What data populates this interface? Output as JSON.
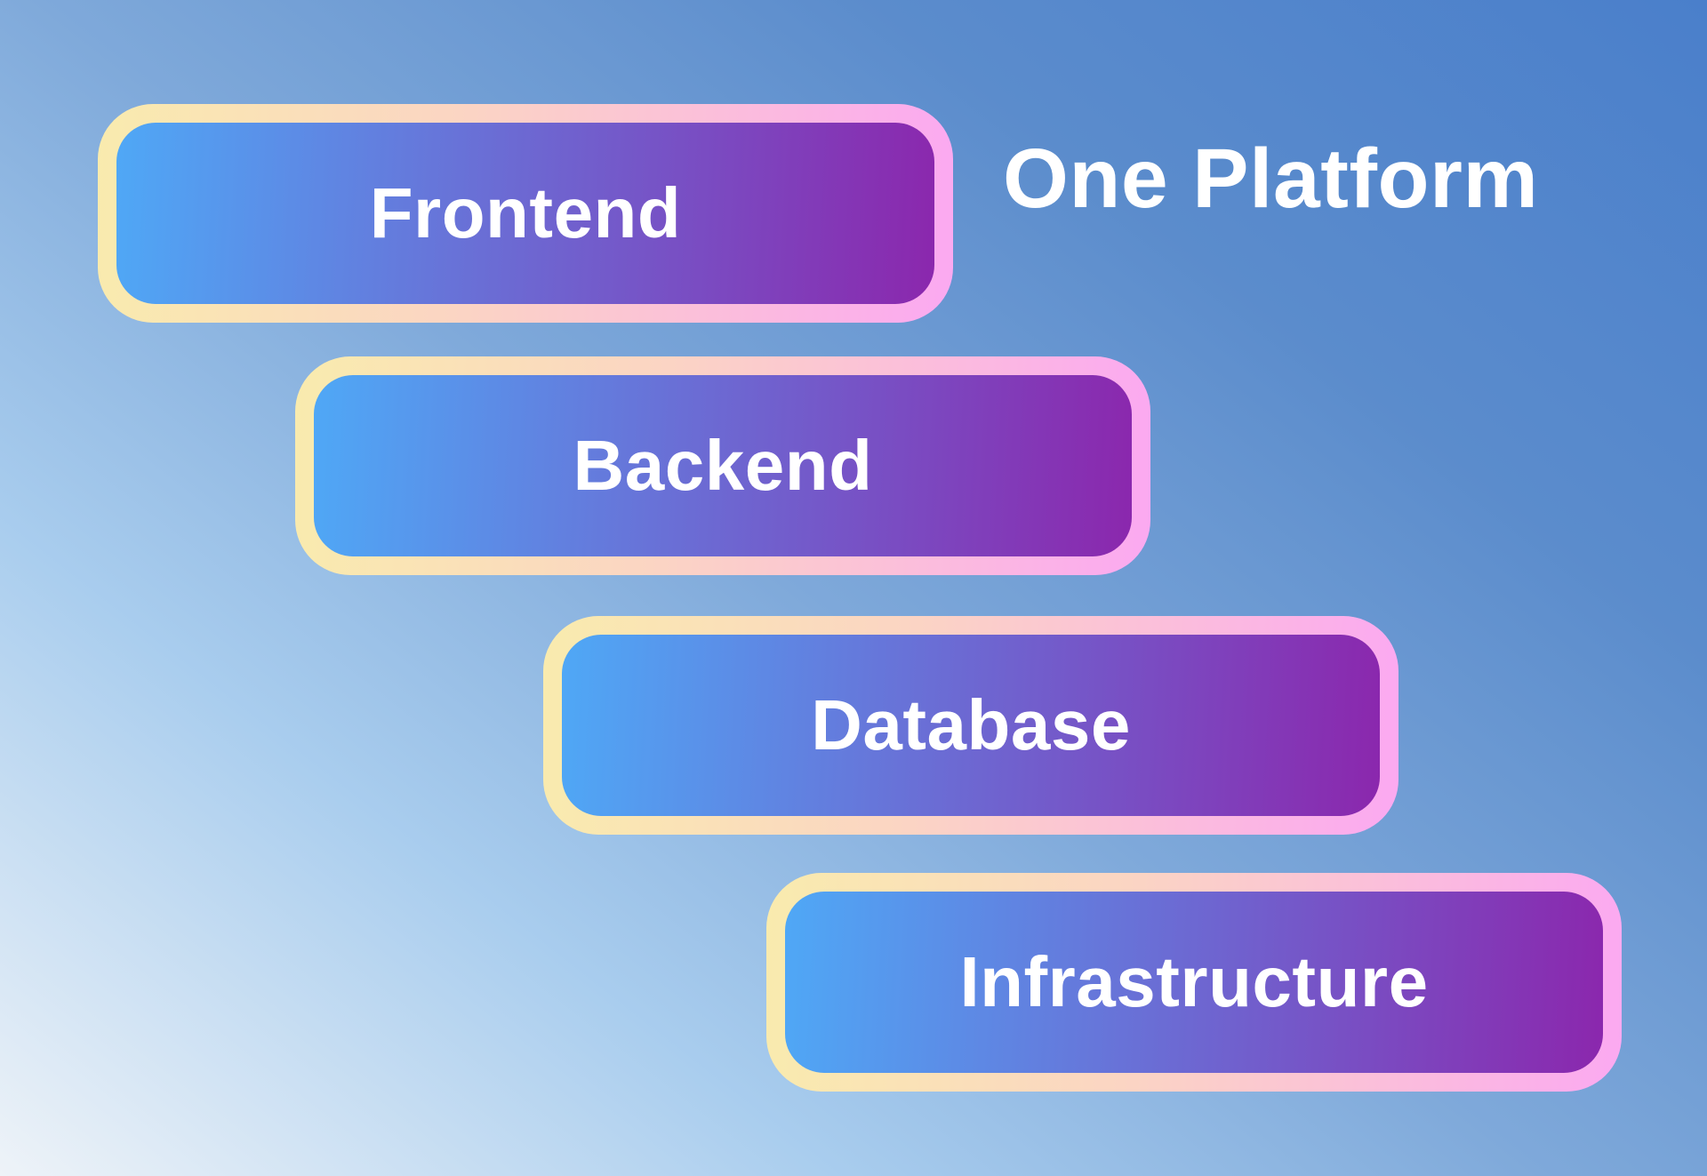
{
  "title": {
    "label": "One Platform"
  },
  "pills": [
    {
      "label": "Frontend"
    },
    {
      "label": "Backend"
    },
    {
      "label": "Database"
    },
    {
      "label": "Infrastructure"
    }
  ],
  "colors": {
    "background_top_right": "#4a7fcb",
    "background_top_left": "#5b8ccc",
    "background_bottom_right": "#a9cdee",
    "background_bottom_left": "#eef3f8",
    "pill_fill_start": "#4fa8f6",
    "pill_fill_end": "#8b27ad",
    "pill_border_start": "#f9ebae",
    "pill_border_mid": "#fbd5c3",
    "pill_border_end": "#fba9f1",
    "text": "#ffffff"
  }
}
